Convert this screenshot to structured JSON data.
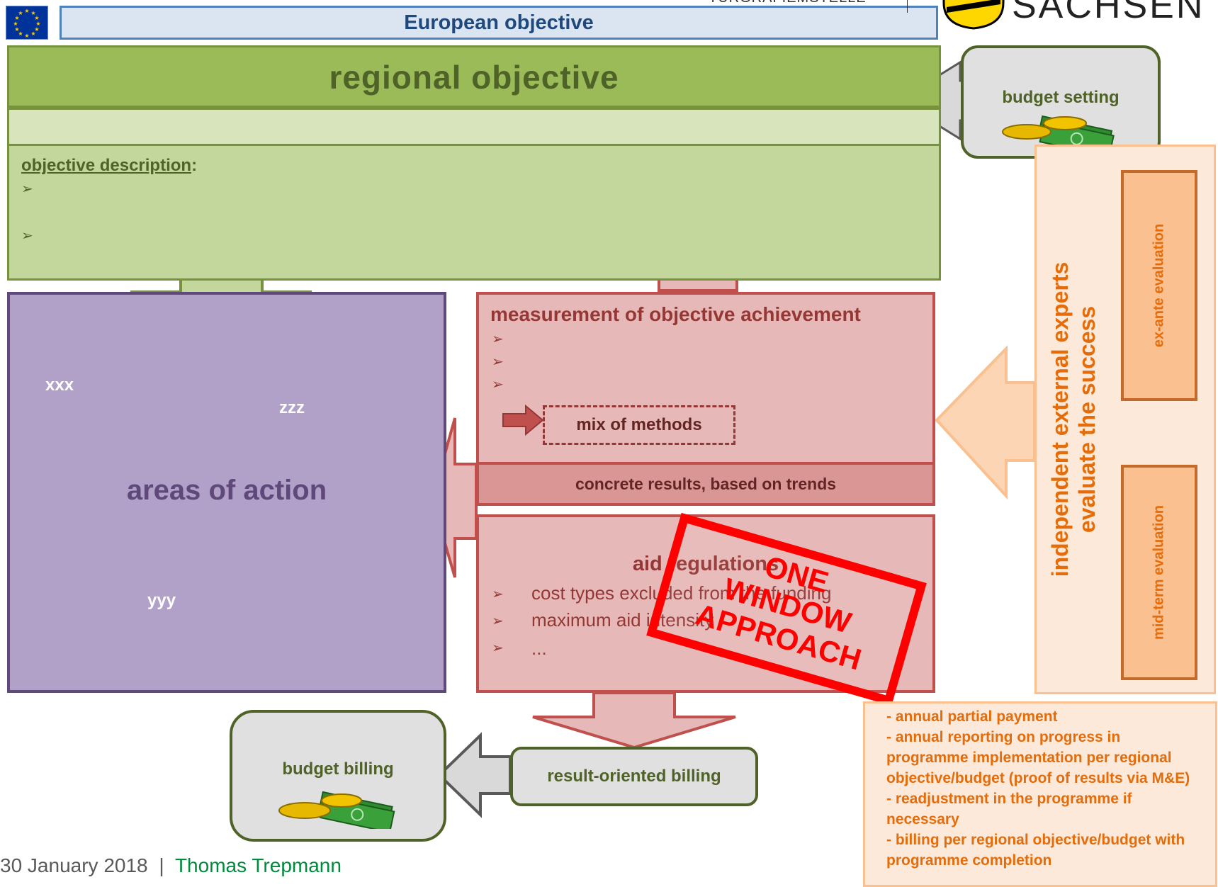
{
  "header": {
    "european_objective": "European objective",
    "logo_text": "SACHSEN",
    "eu_flag_icon": "eu-flag-icon",
    "coat_of_arms_icon": "saxony-coat-of-arms-icon"
  },
  "regional": {
    "title": "regional objective",
    "description_label": "objective description",
    "description_suffix": ":",
    "bullet_glyph": "➢"
  },
  "budget_setting": {
    "label": "budget setting",
    "icon": "money-icon"
  },
  "areas": {
    "title": "areas of action",
    "item_xxx": "xxx",
    "item_zzz": "zzz",
    "item_yyy": "yyy"
  },
  "measurement": {
    "title": "measurement of objective achievement",
    "mix_methods": "mix of methods",
    "concrete_results": "concrete results, based on trends"
  },
  "aid": {
    "title": "aid regulations",
    "items": [
      "cost types excluded from the funding",
      "maximum aid intensity",
      "..."
    ]
  },
  "stamp": {
    "line1": "ONE",
    "line2": "WINDOW",
    "line3": "APPROACH"
  },
  "evaluation": {
    "experts_line1": "independent external experts",
    "experts_line2": "evaluate the success",
    "ex_ante": "ex-ante evaluation",
    "mid_term": "mid-term evaluation"
  },
  "billing": {
    "budget_billing": "budget billing",
    "result_oriented": "result-oriented billing"
  },
  "notes": [
    "- annual partial payment",
    "- annual reporting on progress in programme implementation per regional objective/budget (proof of results via M&E)",
    "- readjustment in the programme if necessary",
    "- billing per regional objective/budget with programme completion"
  ],
  "footer": {
    "date": "30 January 2018",
    "separator": "|",
    "author": "Thomas Trepmann"
  },
  "colors": {
    "green_dark": "#6b8f3a",
    "green_mid": "#9bbb59",
    "purple": "#b1a0c7",
    "red": "#c0504d",
    "pink": "#e6b9b8",
    "orange": "#f79646",
    "stamp_red": "#ff0000"
  }
}
